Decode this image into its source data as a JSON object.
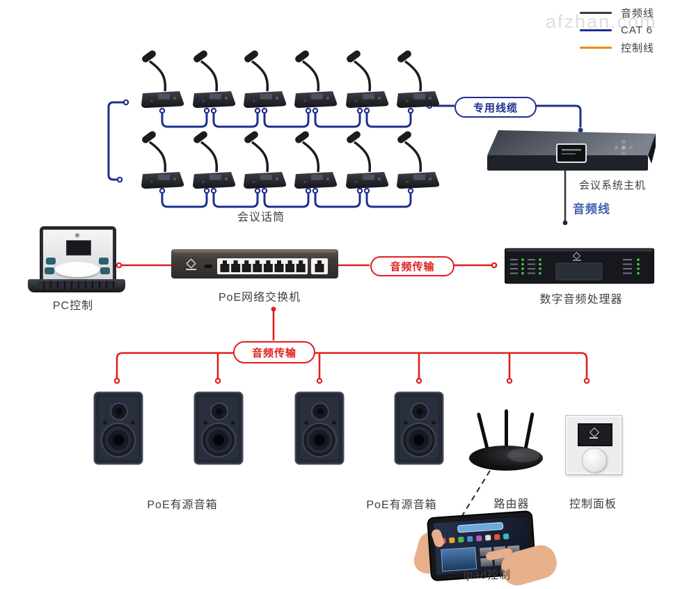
{
  "legend": {
    "items": [
      {
        "label": "音频线",
        "color": "#3a3a3c"
      },
      {
        "label": "CAT 6",
        "color": "#1d2f8e"
      },
      {
        "label": "控制线",
        "color": "#ef8a10"
      }
    ]
  },
  "watermark": "afzhan.com",
  "labels": {
    "mics": "会议话筒",
    "dedicated_cable": "专用线缆",
    "host": "会议系统主机",
    "audio_line": "音频线",
    "pc": "PC控制",
    "switch": "PoE网络交换机",
    "audio_transfer_top": "音频传输",
    "processor": "数字音频处理器",
    "audio_transfer_bottom": "音频传输",
    "speakers_left": "PoE有源音箱",
    "speakers_right": "PoE有源音箱",
    "router": "路由器",
    "control_panel": "控制面板",
    "ipad": "ipad控制"
  },
  "colors": {
    "audio_wire": "#3a3a3c",
    "cat6_wire": "#1d2f8e",
    "control_wire": "#ef8a10",
    "red_wire": "#df1f1e",
    "blue_text": "#3a63ad",
    "label_text": "#3e3e40",
    "watermark_text": "#d9d9d9"
  }
}
